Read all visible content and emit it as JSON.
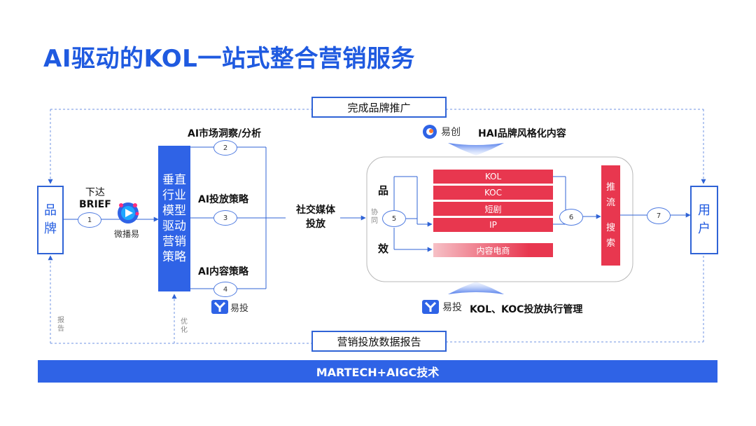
{
  "title": "AI驱动的KOL一站式整合营销服务",
  "brand_box": "品\n牌",
  "user_box": "用\n户",
  "top_box": "完成品牌推广",
  "bottom_box": "营销投放数据报告",
  "strategy_box": "垂直\n行业\n模型\n驱动\n营销\n策略",
  "issue_label_line1": "下达",
  "issue_label_line2": "BRIEF",
  "weiboyi_text": "微播易",
  "step_labels": {
    "s2": "AI市场洞察/分析",
    "s3": "AI投放策略",
    "s4": "AI内容策略"
  },
  "circles": [
    "1",
    "2",
    "3",
    "4",
    "5",
    "6",
    "7"
  ],
  "social_media": "社交媒体\n投放",
  "yichuang": {
    "brand": "易创",
    "text": "HAI品牌风格化内容"
  },
  "yitou_small": "易投",
  "yitou": {
    "brand": "易投",
    "text": "KOL、KOC投放执行管理"
  },
  "pin": "品",
  "xiao": "效",
  "xietong": "协\n同",
  "red_bars": [
    "KOL",
    "KOC",
    "短剧",
    "IP"
  ],
  "content_ecommerce": "内容电商",
  "push_col": {
    "a": "推\n流",
    "b": "搜\n索"
  },
  "report_label": "报\n告",
  "optimize_label": "优\n化",
  "tech_bar": "MARTECH+AIGC技术",
  "colors": {
    "primary_blue": "#2f63e6",
    "title_blue": "#1f5ae0",
    "accent_red": "#e8374f"
  }
}
